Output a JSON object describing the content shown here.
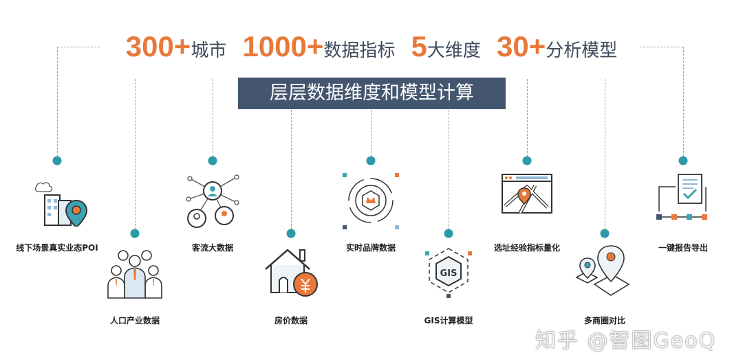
{
  "headline": [
    {
      "num": "300+",
      "unit": "城市"
    },
    {
      "num": "1000+",
      "unit": "数据指标"
    },
    {
      "num": "5",
      "unit": "大维度"
    },
    {
      "num": "30+",
      "unit": "分析模型"
    }
  ],
  "banner": "层层数据维度和模型计算",
  "items": [
    {
      "label": "线下场景真实业态POI",
      "icon": "building-pin-icon"
    },
    {
      "label": "人口产业数据",
      "icon": "people-group-icon"
    },
    {
      "label": "客流大数据",
      "icon": "user-network-icon"
    },
    {
      "label": "房价数据",
      "icon": "house-yen-icon"
    },
    {
      "label": "实时品牌数据",
      "icon": "brand-crown-icon"
    },
    {
      "label": "GIS计算模型",
      "icon": "gis-hexagon-icon",
      "text": "GIS"
    },
    {
      "label": "选址经验指标量化",
      "icon": "browser-map-icon"
    },
    {
      "label": "多商圈对比",
      "icon": "map-pins-icon"
    },
    {
      "label": "一键报告导出",
      "icon": "report-export-icon"
    }
  ],
  "watermark": "知乎 @智图GeoQ",
  "colors": {
    "accent": "#e8793a",
    "banner": "#44566f",
    "dot": "#2a9aa8"
  }
}
